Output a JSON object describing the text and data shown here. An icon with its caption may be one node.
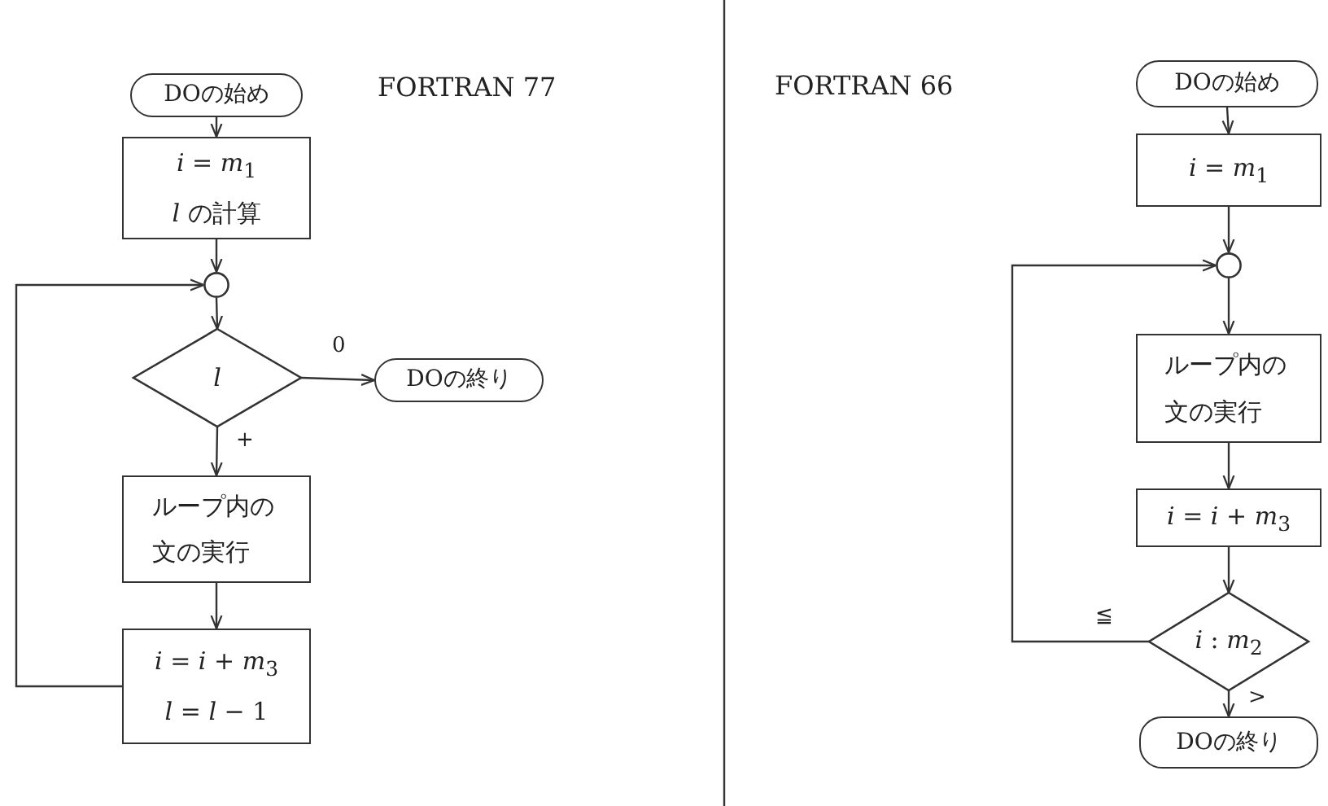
{
  "diagram": {
    "nodes": [
      {
        "text": [
          "DOの始め"
        ]
      },
      {
        "text": [
          "*i* = *m*$_{1}$",
          "*l* の計算"
        ]
      },
      {
        "text": [],
        "shape": "circle"
      },
      {
        "text": [
          "*l*"
        ]
      },
      {
        "text": [
          "DOの終り"
        ]
      },
      {
        "text": [
          "ループ内の文の実行"
        ]
      },
      {
        "text": [
          "*i* = *i* + *m*$_{3}$",
          "*l* = *l* − 1"
        ]
      },
      {
        "text": [
          "DOの始め"
        ]
      },
      {
        "text": [
          "*i* = *m*$_{1}$"
        ]
      },
      {
        "text": [],
        "shape": "circle"
      },
      {
        "text": [
          "ループ内の文の実行"
        ]
      },
      {
        "text": [
          "*i* = *i* + *m*$_{3}$"
        ]
      },
      {
        "text": [
          "*i* : *m*$_{2}$"
        ]
      },
      {
        "text": [
          "DOの終り"
        ]
      }
    ],
    "edges": [
      {
        "from": 0,
        "to": 1,
        "arrow": "to"
      },
      {
        "from": 1,
        "to": 2,
        "arrow": "to"
      },
      {
        "from": 2,
        "to": 3,
        "arrow": "to"
      },
      {
        "from": 3,
        "to": 4,
        "arrow": "to",
        "label": "0"
      },
      {
        "from": 3,
        "to": 5,
        "arrow": "to",
        "label": "+"
      },
      {
        "from": 5,
        "to": 6,
        "arrow": "to"
      },
      {
        "from": 6,
        "to": 2,
        "arrow": "to"
      },
      {
        "from": 7,
        "to": 8,
        "arrow": "to"
      },
      {
        "from": 8,
        "to": 9,
        "arrow": "to"
      },
      {
        "from": 9,
        "to": 10,
        "arrow": "to"
      },
      {
        "from": 10,
        "to": 11,
        "arrow": "to"
      },
      {
        "from": 11,
        "to": 12,
        "arrow": "to"
      },
      {
        "from": 12,
        "to": 9,
        "arrow": "to",
        "label": "≦"
      },
      {
        "from": 12,
        "to": 13,
        "arrow": "to",
        "label": ">"
      }
    ],
    "labels": [
      "FORTRAN 77",
      "FORTRAN 66"
    ]
  }
}
